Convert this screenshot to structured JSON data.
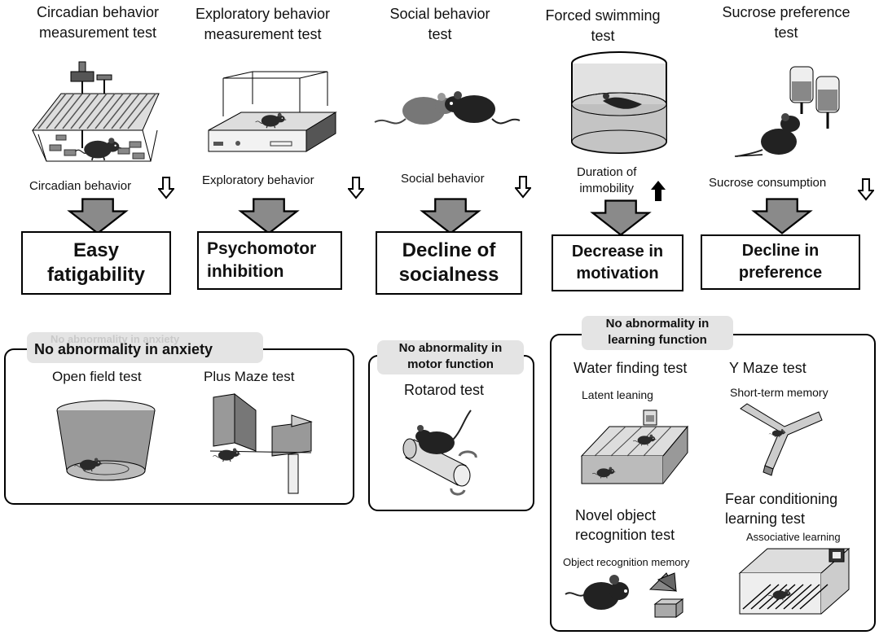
{
  "columns": [
    {
      "title": "Circadian behavior\nmeasurement test",
      "measure": "Circadian behavior",
      "outcome": "Easy\nfatigability",
      "direction": "down"
    },
    {
      "title": "Exploratory behavior\nmeasurement test",
      "measure": "Exploratory behavior",
      "outcome": "Psychomotor\ninhibition",
      "direction": "down"
    },
    {
      "title": "Social behavior\ntest",
      "measure": "Social behavior",
      "outcome": "Decline of\nsocialness",
      "direction": "down"
    },
    {
      "title": "Forced swimming\ntest",
      "measure": "Duration of\nimmobility",
      "outcome": "Decrease in\nmotivation",
      "direction": "up"
    },
    {
      "title": "Sucrose preference\ntest",
      "measure": "Sucrose consumption",
      "outcome": "Decline in\npreference",
      "direction": "down"
    }
  ],
  "anxiety_panel": {
    "header": "No abnormality in anxiety",
    "ghost": "No abnormality in anxiety",
    "tests": [
      "Open field test",
      "Plus Maze test"
    ]
  },
  "motor_panel": {
    "header": "No abnormality in\nmotor function",
    "tests": [
      "Rotarod test"
    ]
  },
  "learning_panel": {
    "header": "No abnormality in\nlearning function",
    "tests": [
      {
        "name": "Water finding test",
        "sub": "Latent leaning"
      },
      {
        "name": "Y Maze test",
        "sub": "Short-term memory"
      },
      {
        "name": "Novel object\nrecognition test",
        "sub": "Object recognition memory"
      },
      {
        "name": "Fear conditioning\nlearning test",
        "sub": "Associative learning"
      }
    ]
  }
}
